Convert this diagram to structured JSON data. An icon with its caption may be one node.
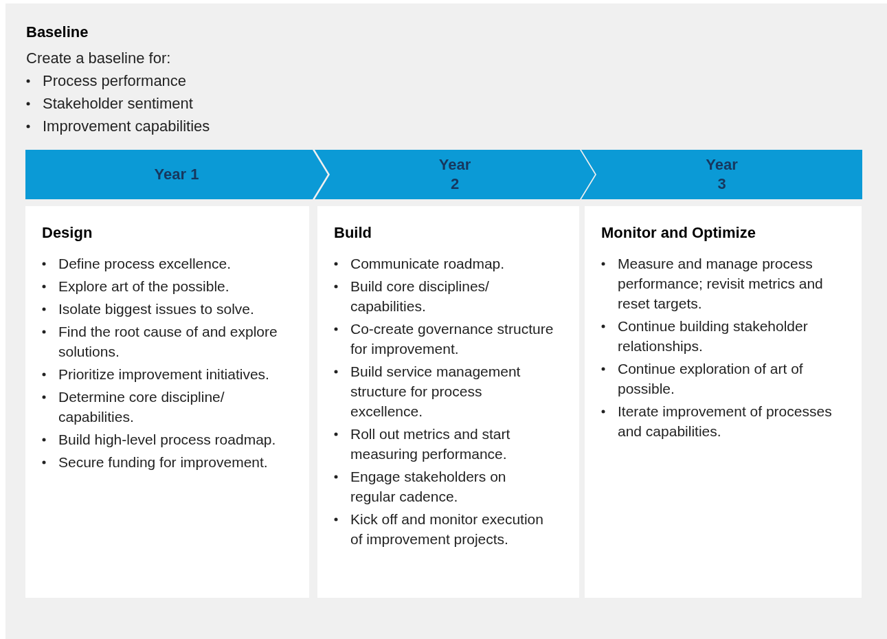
{
  "diagram": {
    "title": "Baseline",
    "nodes": [
      {
        "text": [
          "Year 1"
        ]
      },
      {
        "text": [
          "Year 2"
        ]
      },
      {
        "text": [
          "Year 3"
        ]
      },
      {
        "text": [
          "Design",
          "Define process excellence.",
          "Explore art of the possible.",
          "Isolate biggest issues to solve.",
          "Find the root cause of and explore solutions.",
          "Prioritize improvement initiatives.",
          "Determine core discipline/ capabilities.",
          "Build high-level process roadmap.",
          "Secure funding for improvement."
        ]
      },
      {
        "text": [
          "Build",
          "Communicate roadmap.",
          "Build core disciplines/ capabilities.",
          "Co-create governance structure for improvement.",
          "Build service management structure for process excellence.",
          "Roll out metrics and start measuring performance.",
          "Engage stakeholders on regular cadence.",
          "Kick off and monitor execution of improvement projects."
        ]
      },
      {
        "text": [
          "Monitor and Optimize",
          "Measure and manage process performance; revisit metrics and reset targets.",
          "Continue building stakeholder relationships.",
          "Continue exploration of art of possible.",
          "Iterate improvement of processes and capabilities."
        ]
      }
    ],
    "labels": [
      "Create a baseline for:",
      "Process performance",
      "Stakeholder sentiment",
      "Improvement capabilities"
    ]
  }
}
